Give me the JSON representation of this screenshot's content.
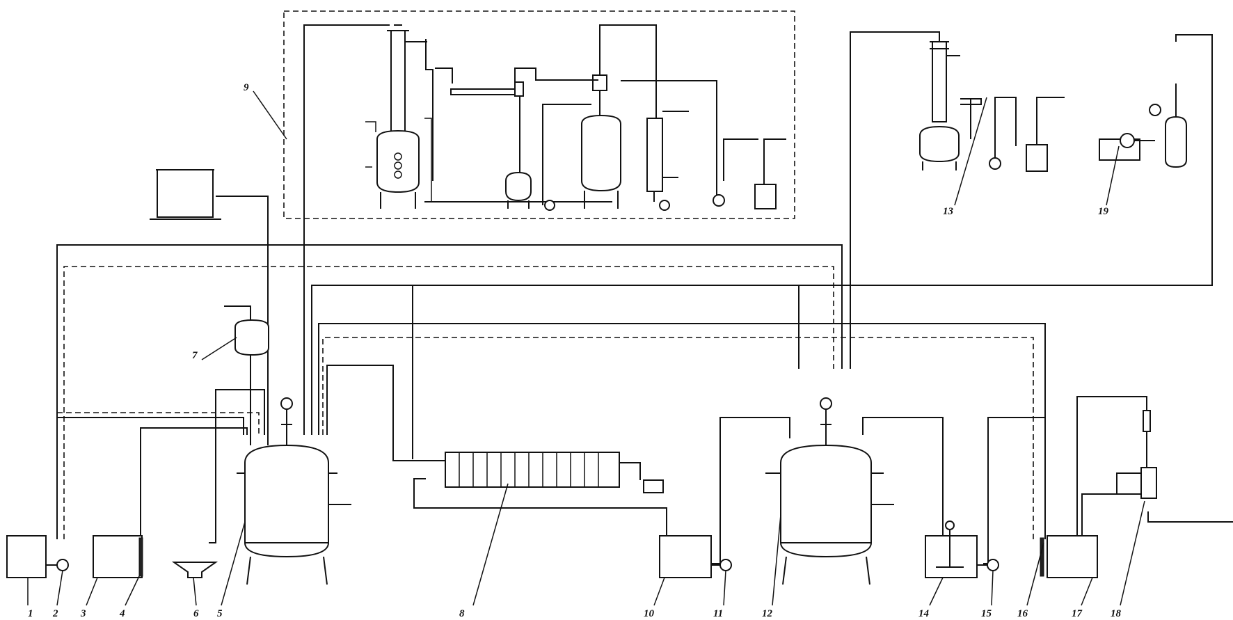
{
  "diagram": {
    "labels": [
      "1",
      "2",
      "3",
      "4",
      "6",
      "5",
      "8",
      "10",
      "11",
      "12",
      "14",
      "15",
      "16",
      "17",
      "18",
      "7",
      "9",
      "13",
      "19"
    ]
  }
}
